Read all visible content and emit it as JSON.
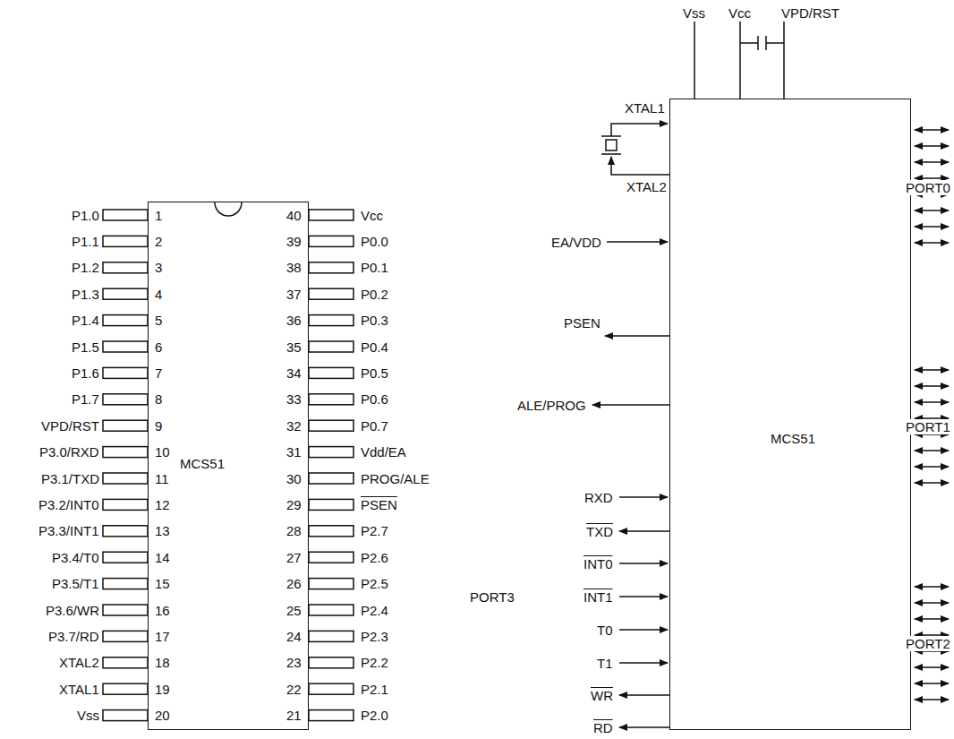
{
  "diagram": {
    "nodes": [
      {
        "text": [
          "MCS51"
        ]
      },
      {
        "text": [
          "MCS51"
        ]
      }
    ],
    "labels": [
      "P1.0",
      "P1.1",
      "P1.2",
      "P1.3",
      "P1.4",
      "P1.5",
      "P1.6",
      "P1.7",
      "VPD/RST",
      "P3.0/RXD",
      "P3.1/TXD",
      "P3.2/INT0",
      "P3.3/INT1",
      "P3.4/T0",
      "P3.5/T1",
      "P3.6/WR",
      "P3.7/RD",
      "XTAL2",
      "XTAL1",
      "Vss",
      "1",
      "2",
      "3",
      "4",
      "5",
      "6",
      "7",
      "8",
      "9",
      "10",
      "11",
      "12",
      "13",
      "14",
      "15",
      "16",
      "17",
      "18",
      "19",
      "20",
      "40",
      "39",
      "38",
      "37",
      "36",
      "35",
      "34",
      "33",
      "32",
      "31",
      "30",
      "29",
      "28",
      "27",
      "26",
      "25",
      "24",
      "23",
      "22",
      "21",
      "Vcc",
      "P0.0",
      "P0.1",
      "P0.2",
      "P0.3",
      "P0.4",
      "P0.5",
      "P0.6",
      "P0.7",
      "Vdd/EA",
      "PROG/ALE",
      "PSEN",
      "P2.7",
      "P2.6",
      "P2.5",
      "P2.4",
      "P2.3",
      "P2.2",
      "P2.1",
      "P2.0",
      "Vss",
      "Vcc",
      "VPD/RST",
      "XTAL1",
      "XTAL2",
      "EA/VDD",
      "PSEN",
      "ALE/PROG",
      "RXD",
      "TXD",
      "INT0",
      "PORT3",
      "INT1",
      "T0",
      "T1",
      "WR",
      "RD",
      "PORT0",
      "PORT1",
      "PORT2"
    ]
  }
}
